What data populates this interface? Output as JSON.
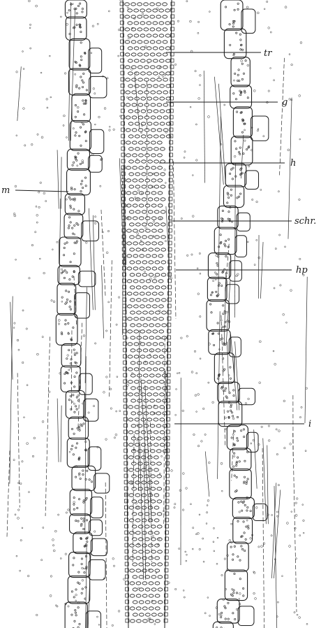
{
  "figure": {
    "labels": [
      {
        "id": "tr",
        "text": "tr"
      },
      {
        "id": "g",
        "text": "g"
      },
      {
        "id": "h",
        "text": "h"
      },
      {
        "id": "schr",
        "text": "schr."
      },
      {
        "id": "hp",
        "text": "hp"
      },
      {
        "id": "i",
        "text": "i"
      },
      {
        "id": "m",
        "text": "m"
      }
    ]
  }
}
